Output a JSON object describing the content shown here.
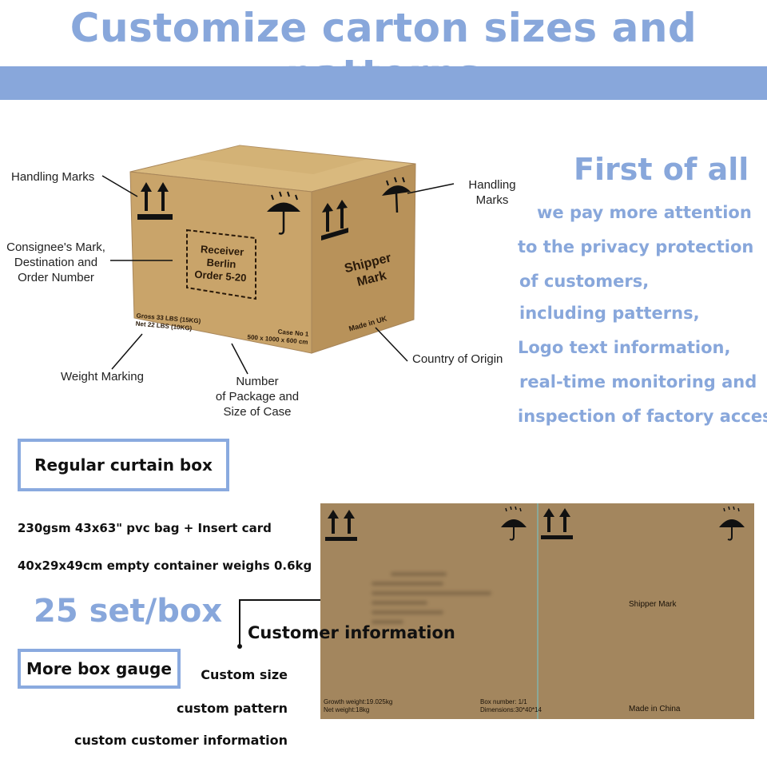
{
  "header": {
    "title": "Customize carton sizes and patterns"
  },
  "box_diagram": {
    "front_labels": {
      "receiver": "Receiver",
      "city": "Berlin",
      "order": "Order 5-20",
      "gross": "Gross 33 LBS (15KG)",
      "net": "Net   22 LBS (10KG)",
      "case": "Case No 1",
      "dimensions": "500 x 1000 x 600 cm"
    },
    "side_labels": {
      "shipper_line1": "Shipper",
      "shipper_line2": "Mark",
      "made_in": "Made in UK"
    },
    "callouts": {
      "handling_left": "Handling Marks",
      "handling_right": "Handling Marks",
      "consignee_1": "Consignee's Mark,",
      "consignee_2": "Destination and",
      "consignee_3": "Order Number",
      "weight": "Weight Marking",
      "number_1": "Number",
      "number_2": "of Package and",
      "number_3": "Size of Case",
      "origin": "Country of Origin"
    }
  },
  "privacy": {
    "heading": "First of all",
    "lines": [
      "we pay more attention",
      "to the privacy protection",
      "of customers,",
      "including patterns,",
      "Logo text information,",
      "real-time monitoring and",
      "inspection of factory access"
    ]
  },
  "product": {
    "box_type": "Regular curtain box",
    "spec_1": "230gsm  43x63\" pvc bag + Insert card",
    "spec_2": "40x29x49cm   empty container weighs 0.6kg",
    "quantity": "25 set/box",
    "more_button": "More box gauge"
  },
  "customization": {
    "heading": "Customer information",
    "items": [
      "Custom size",
      "custom pattern",
      "custom customer information"
    ]
  },
  "flat_carton": {
    "growth_weight": "Growth weight:19.025kg",
    "net_weight": "Net weight:18kg",
    "box_number": "Box number:  1/1",
    "dimensions": "Dimensions:30*40*14",
    "shipper_mark": "Shipper Mark",
    "made_in": "Made in China"
  },
  "colors": {
    "accent": "#88a7db",
    "frame": "#8aaadf",
    "carton": "#c9a46a",
    "carton_flat": "#a3865e"
  }
}
